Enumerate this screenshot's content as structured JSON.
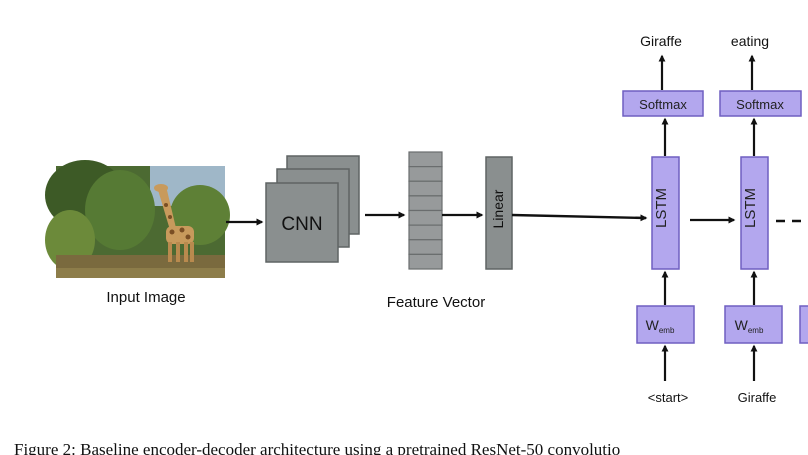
{
  "input_image": {
    "label": "Input Image",
    "description_icon": "giraffe-photo"
  },
  "cnn": {
    "label": "CNN"
  },
  "feature_vector": {
    "label": "Feature Vector",
    "cells": 8
  },
  "linear": {
    "label": "Linear"
  },
  "steps": [
    {
      "output": "Giraffe",
      "softmax": "Softmax",
      "lstm": "LSTM",
      "emb_main": "W",
      "emb_sub": "emb",
      "input": "<start>"
    },
    {
      "output": "eating",
      "softmax": "Softmax",
      "lstm": "LSTM",
      "emb_main": "W",
      "emb_sub": "emb",
      "input": "Giraffe"
    }
  ],
  "caption": "Figure 2: Baseline encoder-decoder architecture using a pretrained ResNet-50 convolutio",
  "colors": {
    "cnn_fill": "#8a8f8f",
    "cnn_stroke": "#5f6464",
    "fv_fill": "#979a9b",
    "fv_stroke": "#6a6d6e",
    "purple_fill": "#b3a7ee",
    "purple_stroke": "#6f5fc1",
    "arrow": "#111111"
  }
}
